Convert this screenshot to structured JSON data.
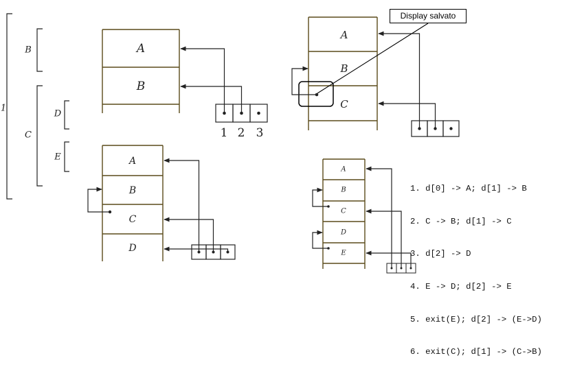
{
  "colors": {
    "stack": "#5a4a1a",
    "pointer": "#222222",
    "text": "#111111"
  },
  "nesting_brackets": {
    "outer_label": "1",
    "b": "B",
    "c": "C",
    "d": "D",
    "e": "E"
  },
  "diagram_1": {
    "frames": [
      "A",
      "B"
    ],
    "display_indices": [
      "1",
      "2",
      "3"
    ]
  },
  "diagram_2": {
    "frames": [
      "A",
      "B",
      "C"
    ],
    "callout": "Display salvato"
  },
  "diagram_3": {
    "frames": [
      "A",
      "B",
      "C",
      "D"
    ]
  },
  "diagram_4": {
    "frames": [
      "A",
      "B",
      "C",
      "D",
      "E"
    ]
  },
  "steps": [
    "1. d[0] -> A; d[1] -> B",
    "2. C -> B; d[1] -> C",
    "3. d[2] -> D",
    "4. E -> D; d[2] -> E",
    "5. exit(E); d[2] -> (E->D)",
    "6. exit(C); d[1] -> (C->B)"
  ]
}
